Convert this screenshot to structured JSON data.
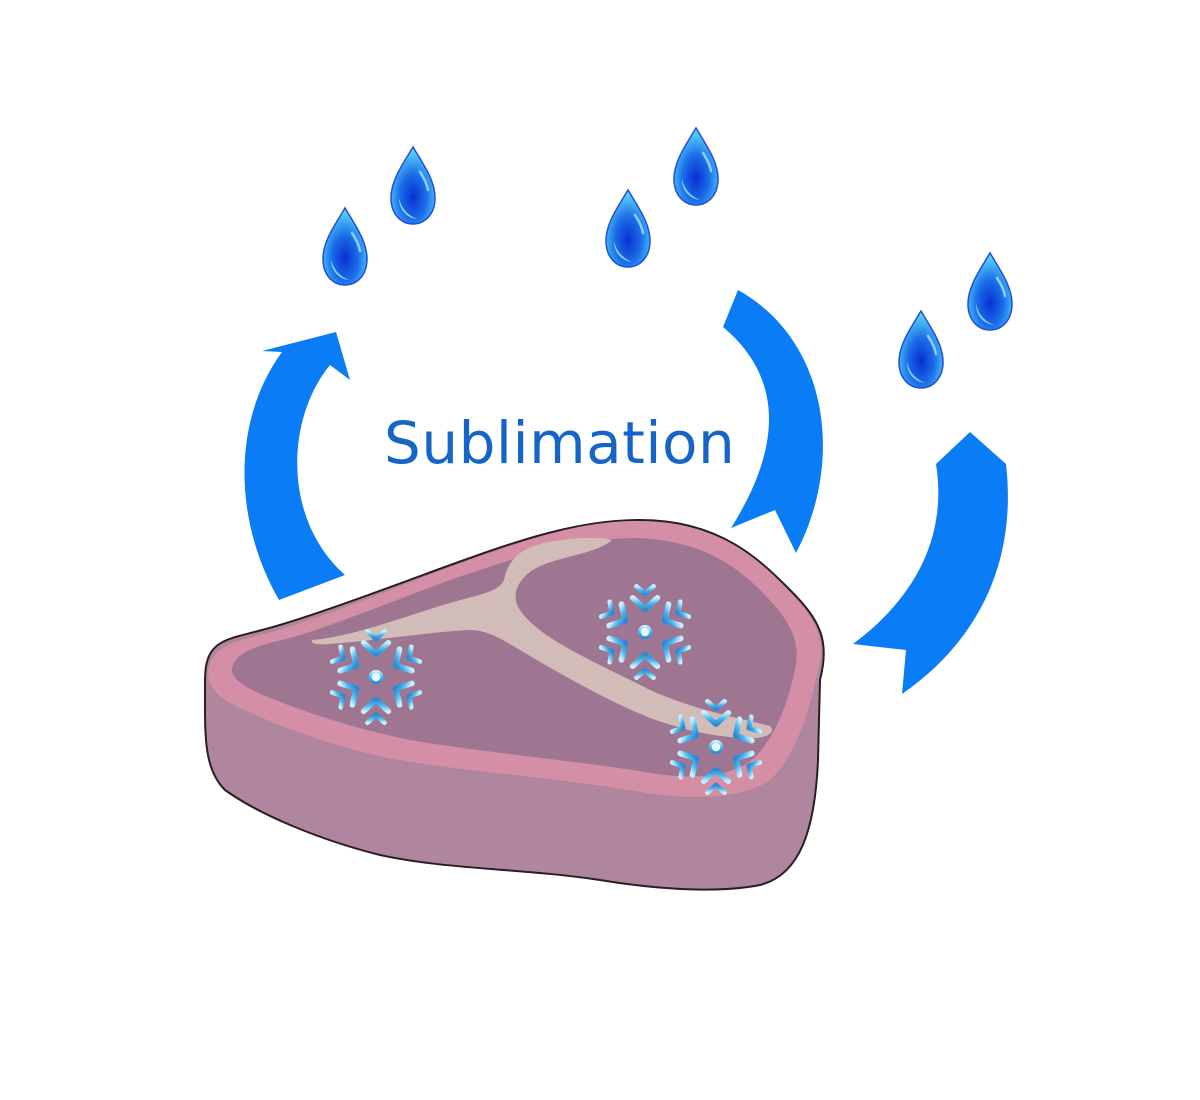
{
  "diagram": {
    "title": "Sublimation",
    "subject": "frozen-steak",
    "colors": {
      "background": "#ffffff",
      "title": "#1565c8",
      "arrow": "#0a7cf5",
      "droplet_dark": "#0a42d8",
      "droplet_light": "#55d0f8",
      "meat_side": "#b0869e",
      "meat_top": "#9e7692",
      "fat_rim": "#d48fa6",
      "bone": "#d2bcb8",
      "snowflake": "#5fc6f0",
      "outline": "#2a1e24"
    },
    "elements": {
      "arrows": [
        "curved-arrow-left",
        "curved-arrow-center",
        "curved-arrow-right"
      ],
      "droplets": [
        "water-droplet",
        "water-droplet",
        "water-droplet",
        "water-droplet",
        "water-droplet",
        "water-droplet"
      ],
      "snowflakes": [
        "snowflake-icon",
        "snowflake-icon",
        "snowflake-icon"
      ]
    }
  }
}
